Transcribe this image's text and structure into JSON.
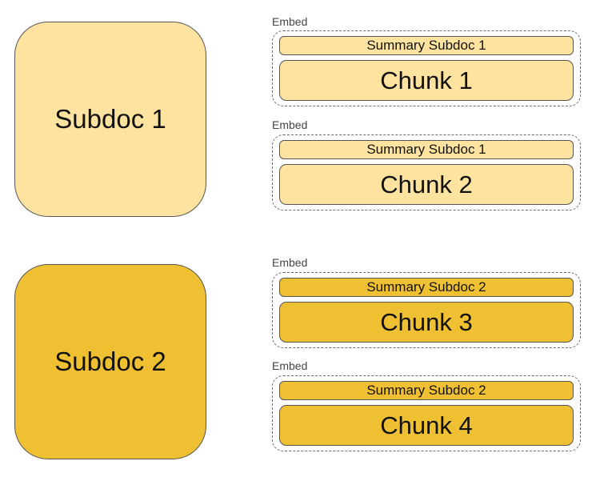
{
  "subdocs": [
    {
      "label": "Subdoc 1",
      "fill": "#fde39f"
    },
    {
      "label": "Subdoc 2",
      "fill": "#f0c033"
    }
  ],
  "embeds": [
    {
      "label": "Embed",
      "summary": "Summary Subdoc 1",
      "chunk": "Chunk 1"
    },
    {
      "label": "Embed",
      "summary": "Summary Subdoc 1",
      "chunk": "Chunk 2"
    },
    {
      "label": "Embed",
      "summary": "Summary Subdoc 2",
      "chunk": "Chunk 3"
    },
    {
      "label": "Embed",
      "summary": "Summary Subdoc 2",
      "chunk": "Chunk 4"
    }
  ],
  "colors": {
    "light_yellow": "#fde39f",
    "dark_yellow": "#f0c033",
    "border": "#555555",
    "dashed_border": "#6b6b6b"
  }
}
